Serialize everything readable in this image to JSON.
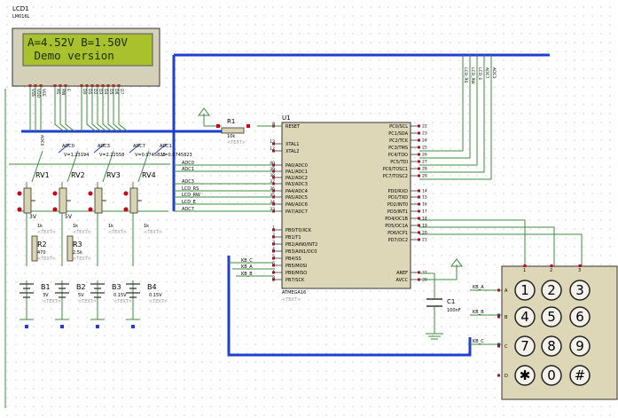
{
  "lcd": {
    "ref": "LCD1",
    "model": "LM016L",
    "line1": "A=4.52V B=1.50V",
    "line2": " Demo version",
    "ctrl_pins": [
      "VSS",
      "VDD",
      "VEE",
      "RS",
      "RW",
      "E"
    ],
    "data_pins": [
      "D0",
      "D1",
      "D2",
      "D3",
      "D4",
      "D5",
      "D6",
      "D7"
    ]
  },
  "mcu": {
    "ref": "U1",
    "model": "ATMEGA16",
    "text_placeholder": "<TEXT>",
    "left_pins": [
      {
        "num": "9",
        "name": "RESET"
      },
      {
        "num": "13",
        "name": "XTAL1"
      },
      {
        "num": "12",
        "name": "XTAL2"
      },
      {
        "num": "40",
        "name": "PA0/ADC0"
      },
      {
        "num": "39",
        "name": "PA1/ADC1"
      },
      {
        "num": "38",
        "name": "PA2/ADC2"
      },
      {
        "num": "37",
        "name": "PA3/ADC3"
      },
      {
        "num": "36",
        "name": "PA4/ADC4"
      },
      {
        "num": "35",
        "name": "PA5/ADC5"
      },
      {
        "num": "34",
        "name": "PA6/ADC6"
      },
      {
        "num": "33",
        "name": "PA7/ADC7"
      },
      {
        "num": "1",
        "name": "PB0/T0/XCK"
      },
      {
        "num": "2",
        "name": "PB1/T1"
      },
      {
        "num": "3",
        "name": "PB2/AIN0/INT2"
      },
      {
        "num": "4",
        "name": "PB3/AIN1/OC0"
      },
      {
        "num": "5",
        "name": "PB4/SS"
      },
      {
        "num": "6",
        "name": "PB5/MOSI"
      },
      {
        "num": "7",
        "name": "PB6/MISO"
      },
      {
        "num": "8",
        "name": "PB7/SCK"
      }
    ],
    "right_pins": [
      {
        "num": "22",
        "name": "PC0/SCL"
      },
      {
        "num": "23",
        "name": "PC1/SDA"
      },
      {
        "num": "24",
        "name": "PC2/TCK"
      },
      {
        "num": "25",
        "name": "PC3/TMS"
      },
      {
        "num": "26",
        "name": "PC4/TDO"
      },
      {
        "num": "27",
        "name": "PC5/TDI"
      },
      {
        "num": "28",
        "name": "PC6/TOSC1"
      },
      {
        "num": "29",
        "name": "PC7/TOSC2"
      },
      {
        "num": "14",
        "name": "PD0/RXD"
      },
      {
        "num": "15",
        "name": "PD1/TXD"
      },
      {
        "num": "16",
        "name": "PD2/INT0"
      },
      {
        "num": "17",
        "name": "PD3/INT1"
      },
      {
        "num": "18",
        "name": "PD4/OC1B"
      },
      {
        "num": "19",
        "name": "PD5/OC1A"
      },
      {
        "num": "20",
        "name": "PD6/ICP1"
      },
      {
        "num": "21",
        "name": "PD7/OC2"
      },
      {
        "num": "32",
        "name": "AREF"
      },
      {
        "num": "30",
        "name": "AVCC"
      }
    ]
  },
  "lcd_nets": [
    "ADC0",
    "ADC1",
    "ADC3",
    "LCD_RS",
    "LCD_RW",
    "LCD_E",
    "ADC7"
  ],
  "kb_nets": [
    "KB_C",
    "KB_A",
    "KB_B"
  ],
  "kb_right_nets": [
    "KB_A",
    "KB_B",
    "KB_C"
  ],
  "r1": {
    "ref": "R1",
    "value": "10k",
    "text": "<TEXT>"
  },
  "c1": {
    "ref": "C1",
    "value": "100nF"
  },
  "voltmeters": [
    {
      "net": "ADC0",
      "reading": "V=1.23194"
    },
    {
      "net": "ADC3",
      "reading": "V=2.22558"
    },
    {
      "net": "ADC7",
      "reading": "V=0.0745823"
    },
    {
      "net": "ADC1",
      "reading": "V=0.0745823"
    }
  ],
  "pots": [
    {
      "ref": "RV1",
      "value": "1k",
      "text": "<TEXT>",
      "pct": "3V"
    },
    {
      "ref": "RV2",
      "value": "1k",
      "text": "<TEXT>",
      "pct": "5V"
    },
    {
      "ref": "RV3",
      "value": "1k",
      "text": "<TEXT>",
      "pct": ""
    },
    {
      "ref": "RV4",
      "value": "1k",
      "text": "<TEXT>",
      "pct": ""
    }
  ],
  "resistors": [
    {
      "ref": "R2",
      "value": "470",
      "text": "<TEXT>"
    },
    {
      "ref": "R3",
      "value": "2.5k",
      "text": "<TEXT>"
    }
  ],
  "batteries": [
    {
      "ref": "B1",
      "value": "3V",
      "text": "<TEXT>"
    },
    {
      "ref": "B2",
      "value": "5V",
      "text": "<TEXT>"
    },
    {
      "ref": "B3",
      "value": "0.15V",
      "text": "<TEXT>"
    },
    {
      "ref": "B4",
      "value": "0.15V",
      "text": "<TEXT>"
    }
  ],
  "keypad": {
    "col_labels": [
      "1",
      "2",
      "3"
    ],
    "row_labels": [
      "A",
      "B",
      "C",
      "D"
    ],
    "keys": [
      "1",
      "2",
      "3",
      "4",
      "5",
      "6",
      "7",
      "8",
      "9",
      "✱",
      "0",
      "#"
    ]
  },
  "colors": {
    "bus": "#1f3fd0",
    "wire": "#3d8b3d",
    "chip": "#ddd7b8",
    "lcd_screen": "#a8c12c",
    "pin_red": "#c8001a"
  }
}
